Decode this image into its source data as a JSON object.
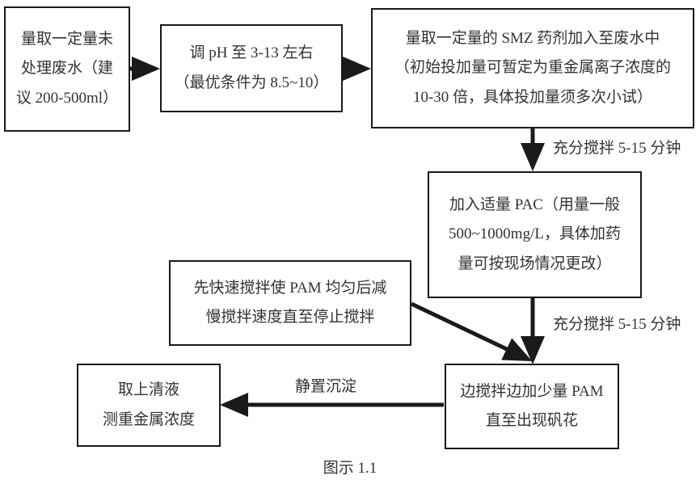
{
  "figure": {
    "caption": "图示 1.1",
    "line_color": "#1a1a1a",
    "text_color": "#333333",
    "background": "#ffffff"
  },
  "nodes": {
    "sample": {
      "lines": [
        "量取一定量未",
        "处理废水（建",
        "议 200-500ml）"
      ]
    },
    "ph": {
      "lines": [
        "调 pH 至 3-13 左右",
        "（最优条件为 8.5~10）"
      ]
    },
    "smz": {
      "lines": [
        "量取一定量的 SMZ 药剂加入至废水中",
        "（初始投加量可暂定为重金属离子浓度的",
        "10-30 倍，具体投加量须多次小试）"
      ]
    },
    "pac": {
      "lines": [
        "加入适量 PAC（用量一般",
        "500~1000mg/L，具体加药",
        "量可按现场情况更改）"
      ]
    },
    "stir_note": {
      "lines": [
        "先快速搅拌使 PAM 均匀后减",
        "慢搅拌速度直至停止搅拌"
      ]
    },
    "pam": {
      "lines": [
        "边搅拌边加少量 PAM",
        "直至出现矾花"
      ]
    },
    "supernatant": {
      "lines": [
        "取上清液",
        "测重金属浓度"
      ]
    }
  },
  "edge_labels": {
    "smz_to_pac": "充分搅拌 5-15 分钟",
    "pac_to_pam": "充分搅拌 5-15 分钟",
    "pam_to_supernatant": "静置沉淀"
  }
}
